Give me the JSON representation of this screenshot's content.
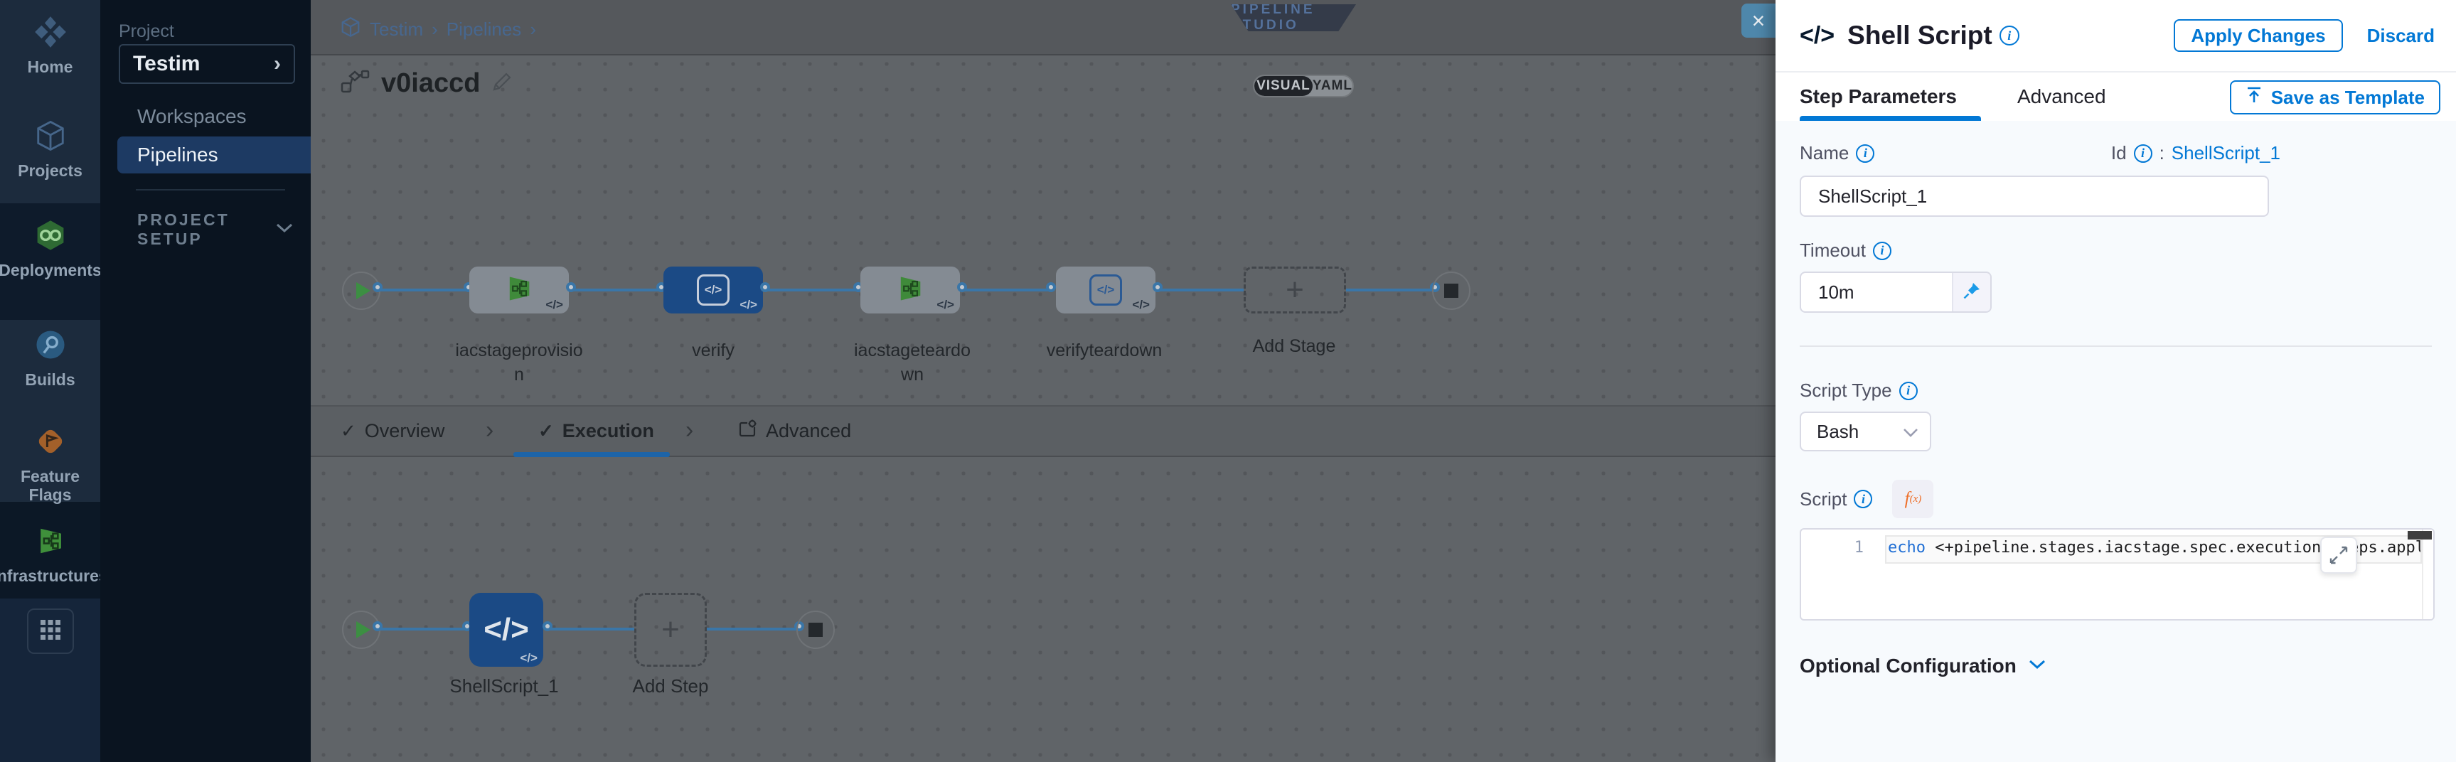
{
  "colors": {
    "accent": "#0278d5",
    "stage_blue": "#1b4a85",
    "connector": "#3a76a8",
    "green": "#3f8a3a",
    "orange": "#ee6e27",
    "nav_selected": "#1d3a63"
  },
  "icons": {
    "code_glyph": "</>",
    "plus": "+",
    "chevron_right": "›",
    "check": "✓",
    "close": "×",
    "info": "i"
  },
  "nav": {
    "items": [
      {
        "label": "Home"
      },
      {
        "label": "Projects"
      },
      {
        "label": "Deployments"
      },
      {
        "label": "Builds"
      },
      {
        "label": "Feature Flags"
      },
      {
        "label": "Infrastructures"
      }
    ]
  },
  "project_sidebar": {
    "section_label": "Project",
    "project_name": "Testim",
    "workspaces_label": "Workspaces",
    "pipelines_label": "Pipelines",
    "setup_label": "PROJECT SETUP"
  },
  "canvas": {
    "breadcrumb": {
      "project": "Testim",
      "section": "Pipelines"
    },
    "studio_badge": "PIPELINE STUDIO",
    "pipeline_title": "v0iaccd",
    "view_toggle": {
      "visual": "VISUAL",
      "yaml": "YAML"
    },
    "stage_graph": {
      "stages": [
        {
          "line1": "iacstageprovisio",
          "line2": "n"
        },
        {
          "line1": "verify",
          "line2": ""
        },
        {
          "line1": "iacstageteardo",
          "line2": "wn"
        },
        {
          "line1": "verifyteardown",
          "line2": ""
        }
      ],
      "add_stage_label": "Add Stage"
    },
    "exec_tabs": {
      "overview": "Overview",
      "execution": "Execution",
      "advanced": "Advanced"
    },
    "step_graph": {
      "step_label": "ShellScript_1",
      "add_step_label": "Add Step"
    }
  },
  "drawer": {
    "title": "Shell Script",
    "apply_button": "Apply Changes",
    "discard_button": "Discard",
    "tabs": {
      "step_parameters": "Step Parameters",
      "advanced": "Advanced"
    },
    "save_template_button": "Save as Template",
    "name_field": {
      "label": "Name",
      "value": "ShellScript_1"
    },
    "id_field": {
      "label": "Id",
      "separator": ":",
      "value": "ShellScript_1"
    },
    "timeout_field": {
      "label": "Timeout",
      "value": "10m"
    },
    "script_type_field": {
      "label": "Script Type",
      "value": "Bash"
    },
    "script_field": {
      "label": "Script",
      "fx_badge": "f",
      "fx_sub": "(x)",
      "line_number": "1",
      "code_keyword": "echo",
      "code_rest": " <+pipeline.stages.iacstage.spec.execution.steps.appl"
    },
    "optional_config_label": "Optional Configuration"
  }
}
